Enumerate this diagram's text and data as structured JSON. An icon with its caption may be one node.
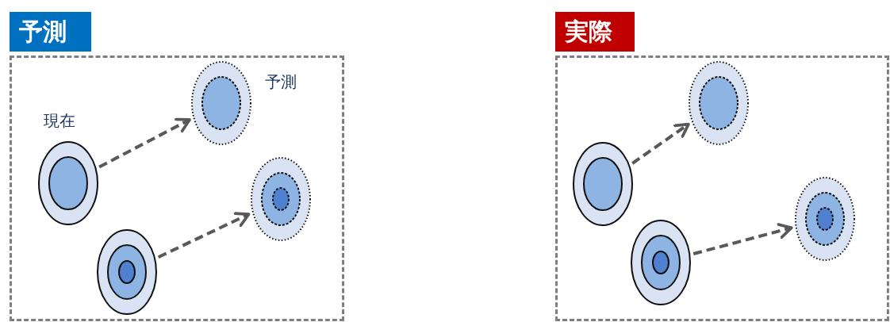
{
  "diagram": {
    "nodes": [
      {
        "text": [
          "予測"
        ]
      },
      {
        "text": [],
        "shape": "circle",
        "in": 0,
        "beside": [
          "現在"
        ]
      },
      {
        "text": [],
        "shape": "circle",
        "in": 0,
        "beside": [
          "予測"
        ]
      },
      {
        "text": [],
        "shape": "circle",
        "in": 0
      },
      {
        "text": [],
        "shape": "circle",
        "in": 0
      },
      {
        "text": [
          "実際"
        ]
      },
      {
        "text": [],
        "shape": "circle",
        "in": 5
      },
      {
        "text": [],
        "shape": "circle",
        "in": 5
      },
      {
        "text": [],
        "shape": "circle",
        "in": 5
      },
      {
        "text": [],
        "shape": "circle",
        "in": 5
      }
    ],
    "edges": [
      {
        "from": 1,
        "to": 2,
        "arrow": "to",
        "style": "dashed"
      },
      {
        "from": 3,
        "to": 4,
        "arrow": "to",
        "style": "dashed"
      },
      {
        "from": 6,
        "to": 7,
        "arrow": "to",
        "style": "dashed"
      },
      {
        "from": 8,
        "to": 9,
        "arrow": "to",
        "style": "dashed"
      }
    ]
  }
}
